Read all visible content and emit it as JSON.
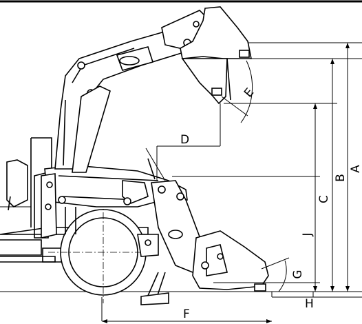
{
  "diagram": {
    "dimensions": [
      {
        "id": "A",
        "label": "A"
      },
      {
        "id": "B",
        "label": "B"
      },
      {
        "id": "C",
        "label": "C"
      },
      {
        "id": "D",
        "label": "D"
      },
      {
        "id": "E",
        "label": "E"
      },
      {
        "id": "F",
        "label": "F"
      },
      {
        "id": "G",
        "label": "G"
      },
      {
        "id": "H",
        "label": "H"
      },
      {
        "id": "J",
        "label": "J"
      }
    ]
  }
}
